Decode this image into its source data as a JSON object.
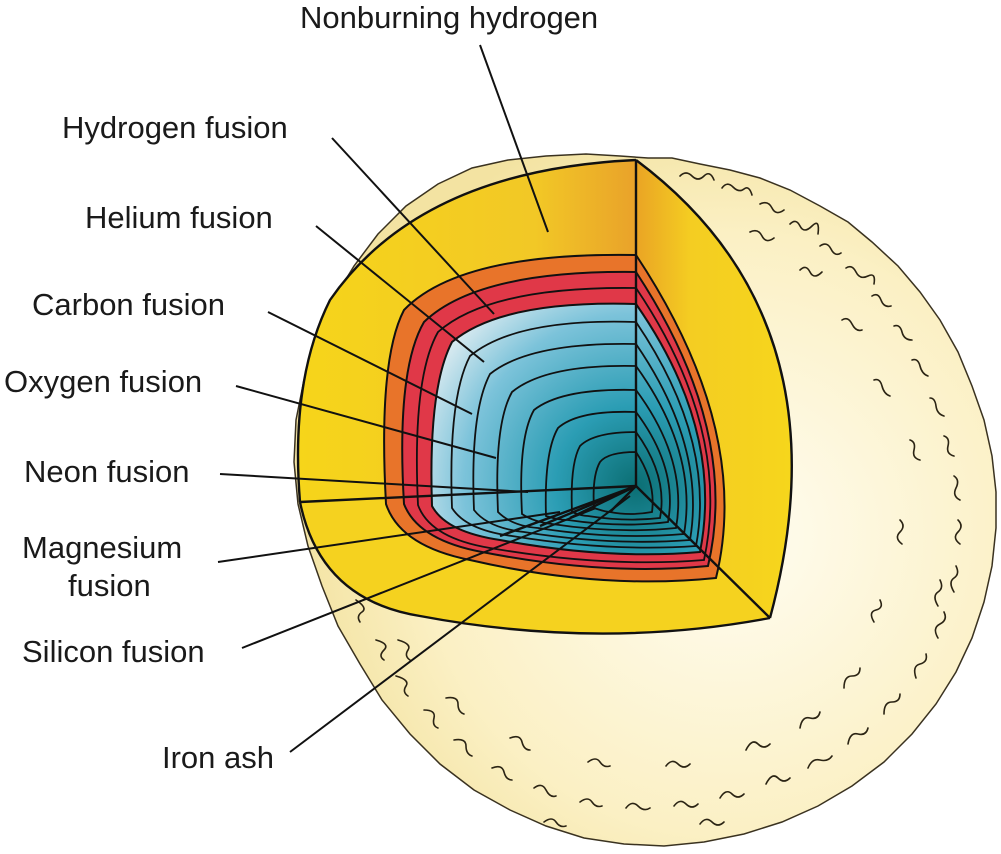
{
  "labels": {
    "nonburning_hydrogen": "Nonburning hydrogen",
    "hydrogen_fusion": "Hydrogen fusion",
    "helium_fusion": "Helium fusion",
    "carbon_fusion": "Carbon fusion",
    "oxygen_fusion": "Oxygen fusion",
    "neon_fusion": "Neon fusion",
    "magnesium_fusion_line1": "Magnesium",
    "magnesium_fusion_line2": "fusion",
    "silicon_fusion": "Silicon fusion",
    "iron_ash": "Iron ash"
  },
  "colors": {
    "star_surface": "#fbf2c6",
    "hydrogen_shell": "#f3cf1e",
    "hydrogen_fusion_shell": "#e8742a",
    "helium_fusion_shell": "#e03848",
    "inner_light": "#c9e3ef",
    "inner_mid": "#49a9c3",
    "core": "#0f7e84"
  }
}
